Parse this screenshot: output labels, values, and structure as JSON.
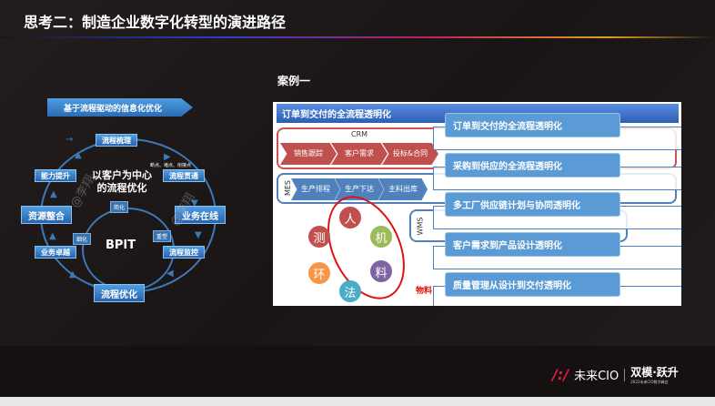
{
  "title": "思考二：制造企业数字化转型的演进路径",
  "left": {
    "banner": "基于流程驱动的信息化优化",
    "center_title": "以客户为中心的流程优化",
    "core": "BPIT",
    "outer_nodes": [
      "流程梳理",
      "流程贯通",
      "业务在线",
      "流程监控",
      "流程优化",
      "业务卓越",
      "资源整合",
      "能力提升"
    ],
    "inner_nodes": [
      "简化",
      "细化",
      "重塑"
    ],
    "note": "断点、堵点、衔接点",
    "watermark": "@李翔"
  },
  "case": {
    "label": "案例一",
    "header": "订单到交付的全流程透明化",
    "crm": {
      "label": "CRM",
      "steps": [
        "销售跟踪",
        "客户需求",
        "投标&合同"
      ]
    },
    "mes": {
      "label": "MES",
      "steps": [
        "生产排程",
        "生产下达",
        "主料出库"
      ]
    },
    "wms": {
      "label": "WMS"
    },
    "factors": [
      "人",
      "机",
      "料",
      "法",
      "环",
      "测"
    ],
    "red_note": "物料"
  },
  "overlay": [
    "订单到交付的全流程透明化",
    "采购到供应的全流程透明化",
    "多工厂供应链计划与协同透明化",
    "客户需求到产品设计透明化",
    "质量管理从设计到交付透明化"
  ],
  "footer": {
    "brand": "未来CIO",
    "event": "双模·跃升",
    "event_sub": "2022未来CIO数字峰会"
  }
}
